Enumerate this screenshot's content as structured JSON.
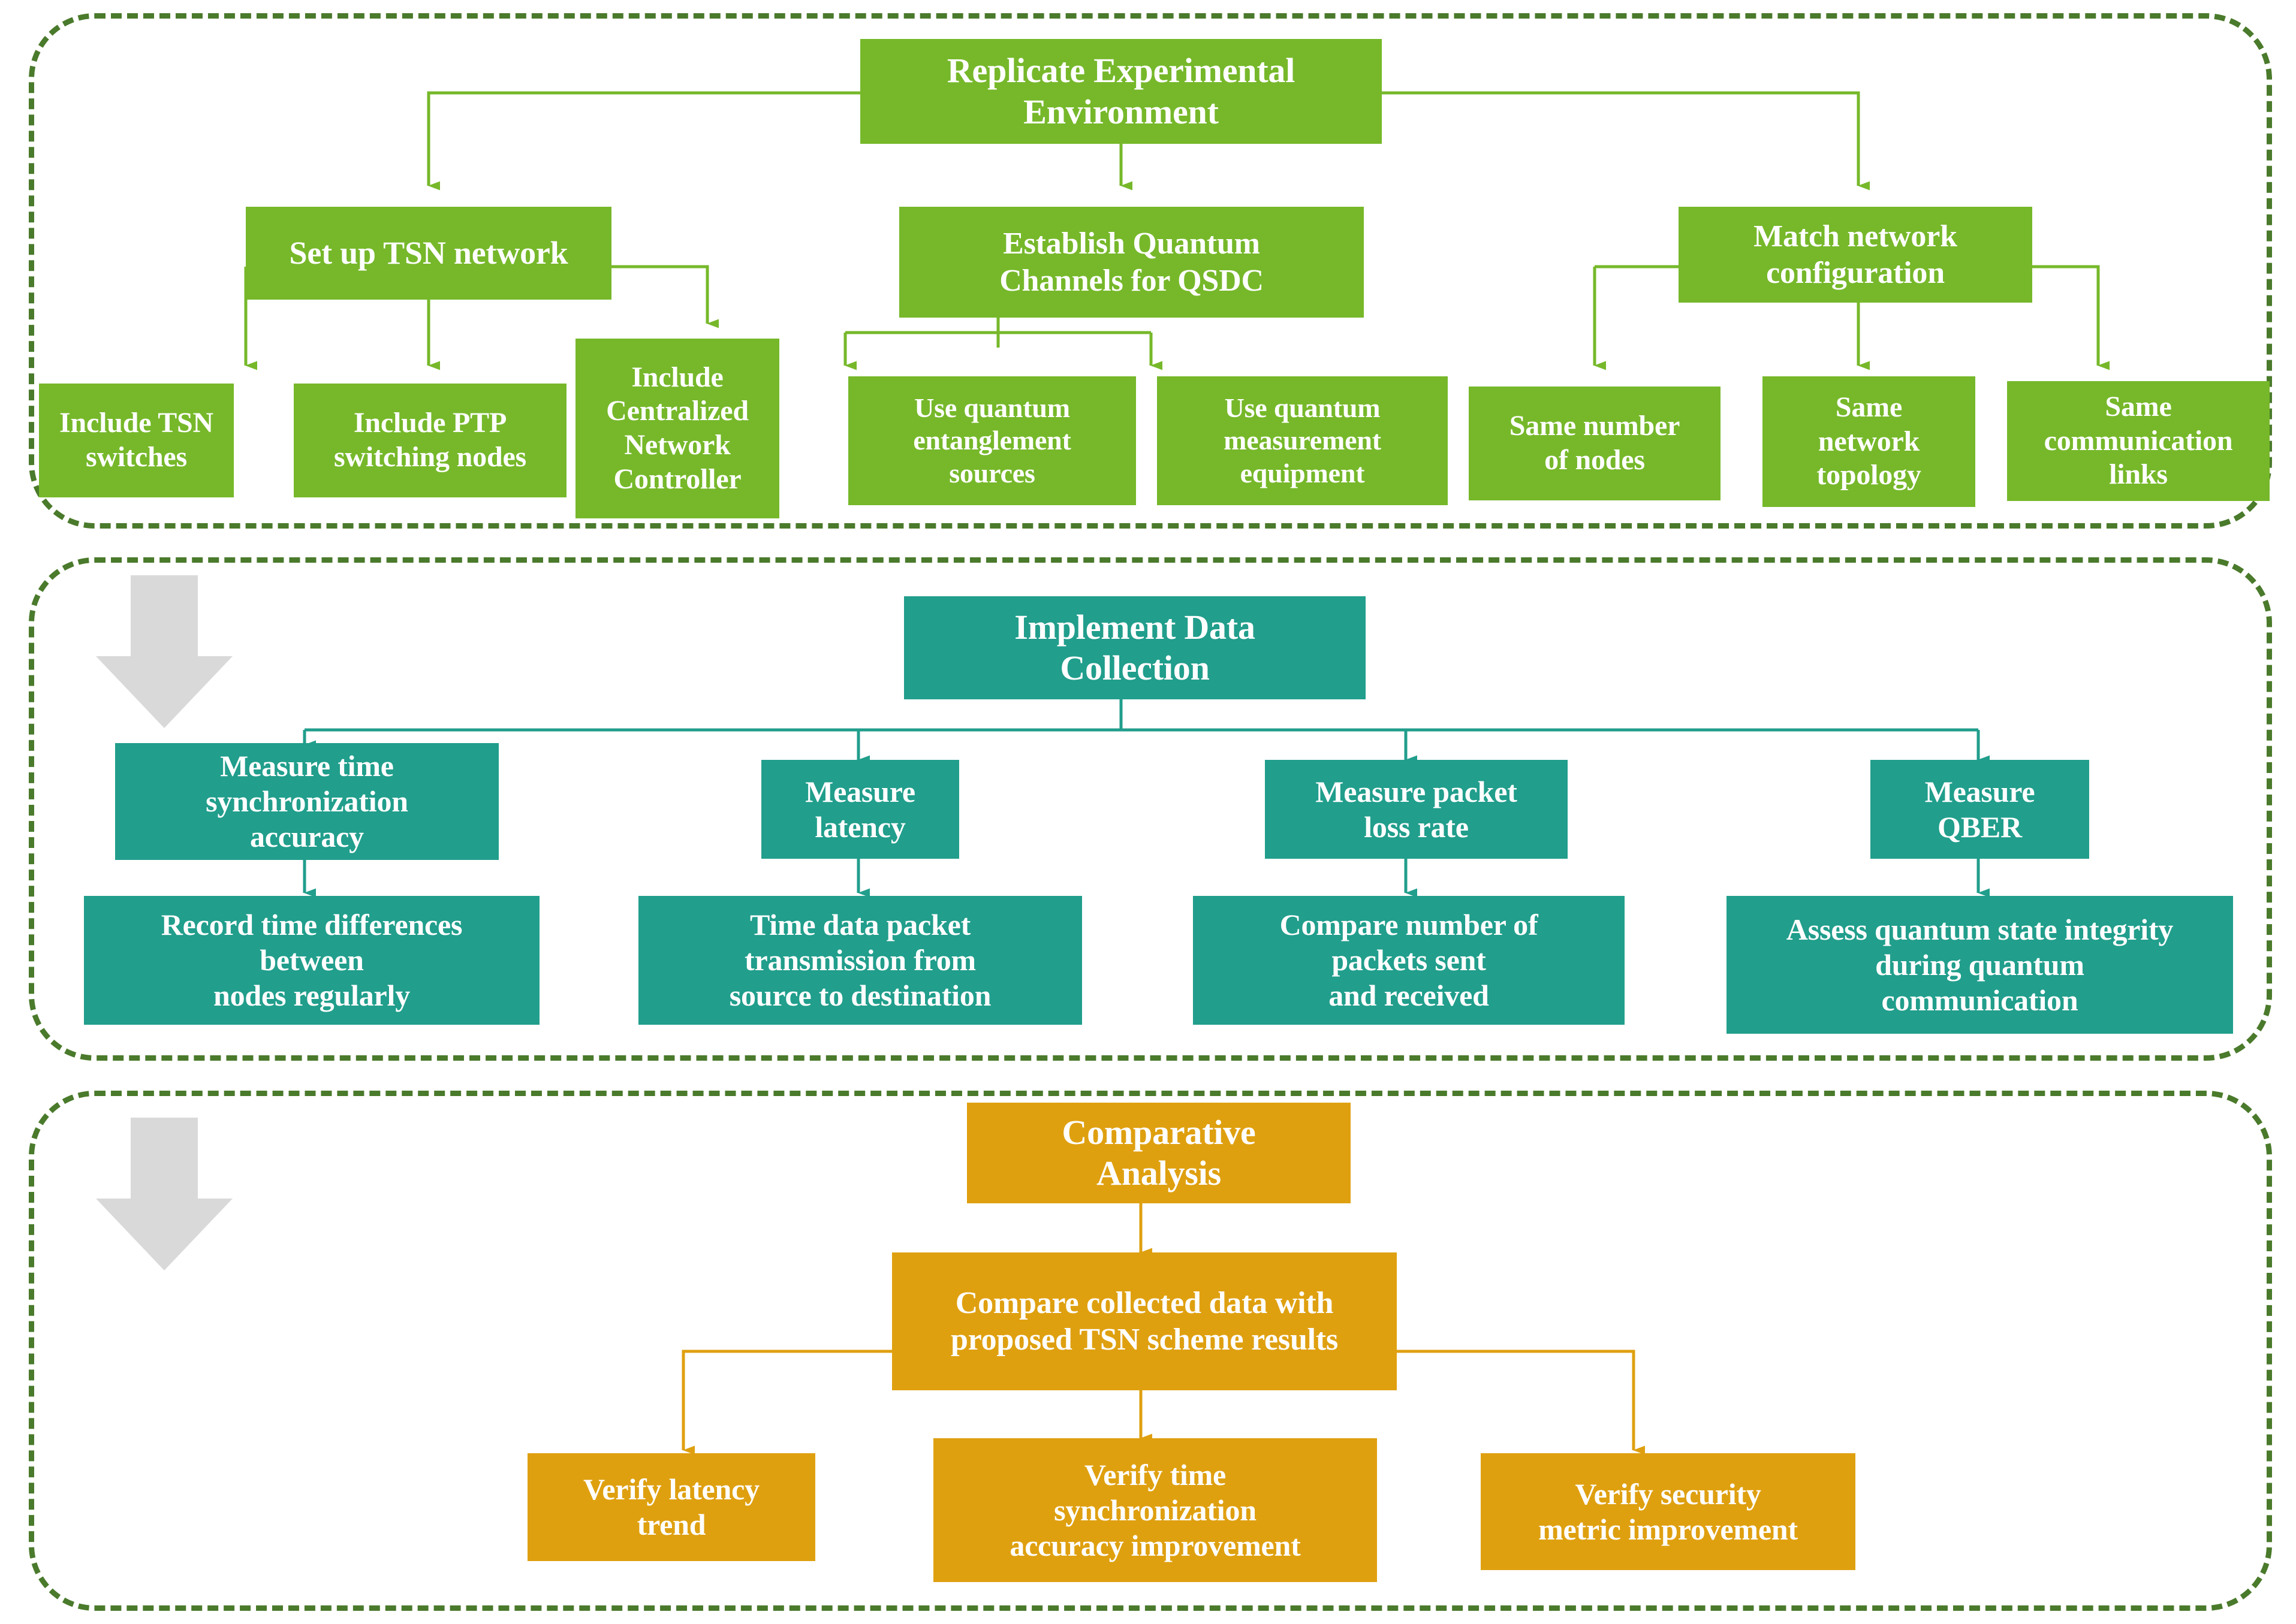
{
  "colors": {
    "green": "#76B82A",
    "teal": "#219E8C",
    "amber": "#DFA010",
    "frame_dash": "#4A7A2B",
    "gray_arrow": "#D9D9D9",
    "text": "#FFFFFF"
  },
  "sections": [
    {
      "id": "replicate-experimental-environment",
      "accent": "#76B82A",
      "root": {
        "label": "Replicate Experimental\nEnvironment"
      },
      "level2": [
        {
          "label": "Set up TSN network"
        },
        {
          "label": "Establish Quantum\nChannels for QSDC"
        },
        {
          "label": "Match network\nconfiguration"
        }
      ],
      "level3": [
        {
          "label": "Include TSN\nswitches"
        },
        {
          "label": "Include PTP\nswitching nodes"
        },
        {
          "label": "Include\nCentralized\nNetwork\nController"
        },
        {
          "label": "Use quantum\nentanglement\nsources"
        },
        {
          "label": "Use quantum\nmeasurement\nequipment"
        },
        {
          "label": "Same number\nof nodes"
        },
        {
          "label": "Same\nnetwork\ntopology"
        },
        {
          "label": "Same\ncommunication\nlinks"
        }
      ]
    },
    {
      "id": "implement-data-collection",
      "accent": "#219E8C",
      "root": {
        "label": "Implement Data\nCollection"
      },
      "level2": [
        {
          "label": "Measure time\nsynchronization\naccuracy"
        },
        {
          "label": "Measure\nlatency"
        },
        {
          "label": "Measure packet\nloss rate"
        },
        {
          "label": "Measure\nQBER"
        }
      ],
      "level3": [
        {
          "label": "Record time differences\nbetween\nnodes regularly"
        },
        {
          "label": "Time data packet\ntransmission from\nsource to destination"
        },
        {
          "label": "Compare number of\npackets sent\nand received"
        },
        {
          "label": "Assess quantum state integrity\nduring quantum\ncommunication"
        }
      ]
    },
    {
      "id": "comparative-analysis",
      "accent": "#DFA010",
      "root": {
        "label": "Comparative\nAnalysis"
      },
      "level2": [
        {
          "label": "Compare collected data with\nproposed TSN scheme results"
        }
      ],
      "level3": [
        {
          "label": "Verify latency\ntrend"
        },
        {
          "label": "Verify time\nsynchronization\naccuracy improvement"
        },
        {
          "label": "Verify security\nmetric improvement"
        }
      ]
    }
  ]
}
